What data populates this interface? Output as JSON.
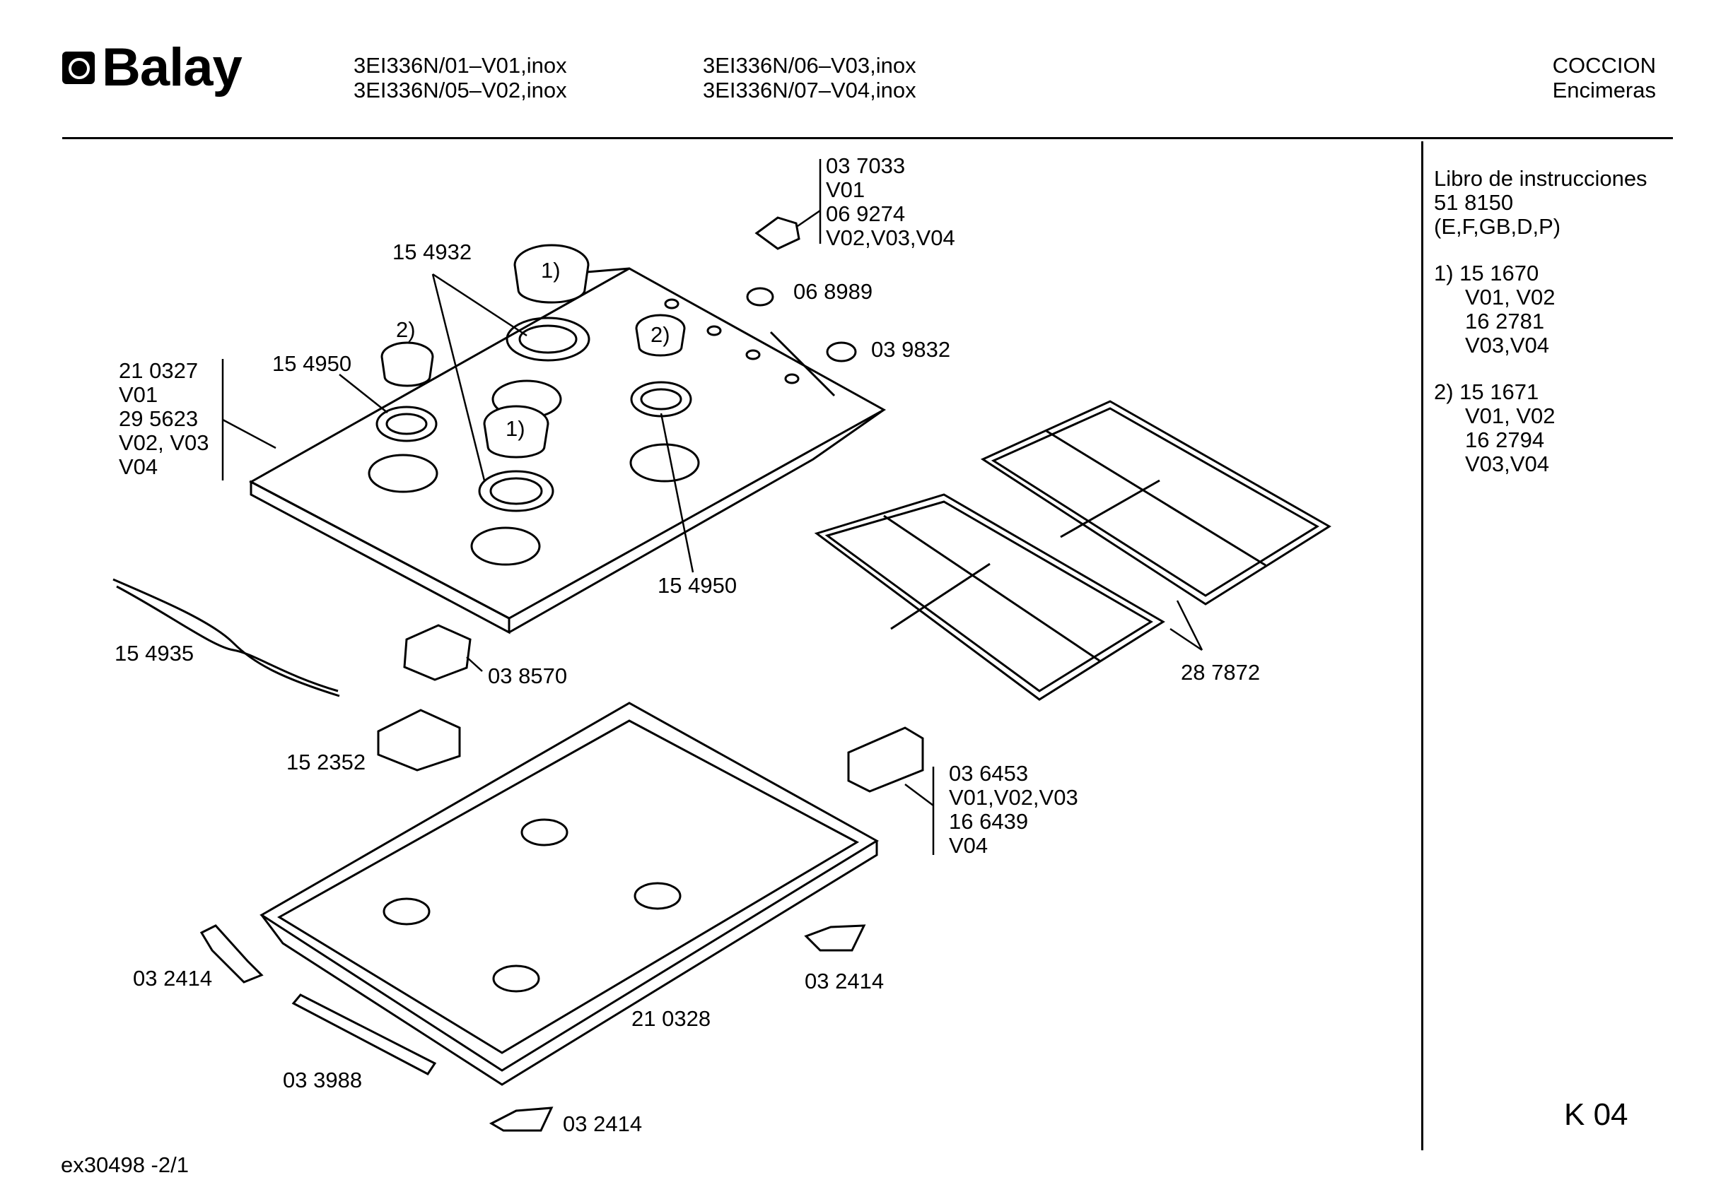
{
  "header": {
    "brand": "Balay",
    "models_col1": [
      "3EI336N/01–V01,inox",
      "3EI336N/05–V02,inox"
    ],
    "models_col2": [
      "3EI336N/06–V03,inox",
      "3EI336N/07–V04,inox"
    ],
    "category": [
      "COCCION",
      "Encimeras"
    ]
  },
  "sidebar": {
    "manual": [
      "Libro de instrucciones",
      "51 8150",
      "(E,F,GB,D,P)"
    ],
    "note1": [
      "1) 15 1670",
      "V01, V02",
      "16 2781",
      "V03,V04"
    ],
    "note2": [
      "2) 15 1671",
      "V01, V02",
      "16 2794",
      "V03,V04"
    ],
    "page_code": "K 04"
  },
  "labels": {
    "knob": [
      "03 7033",
      "V01",
      "06 9274",
      "V02,V03,V04"
    ],
    "p068989": "06 8989",
    "p039832": "03 9832",
    "p154932": "15 4932",
    "cap2_left": "2)",
    "cap2_right": "2)",
    "cap1_top": "1)",
    "cap1_mid": "1)",
    "p154950_left": "15 4950",
    "p154950_bottom": "15 4950",
    "hob": [
      "21 0327",
      "V01",
      "29 5623",
      "V02, V03",
      "V04"
    ],
    "p154935": "15 4935",
    "p038570": "03 8570",
    "p152352": "15 2352",
    "p287872": "28 7872",
    "ignition": [
      "03 6453",
      "V01,V02,V03",
      "16 6439",
      "V04"
    ],
    "p032414_left": "03 2414",
    "p032414_right": "03 2414",
    "p032414_bottom": "03 2414",
    "p210328": "21 0328",
    "p033988": "03 3988"
  },
  "footer": {
    "ref": "ex30498  -2/1"
  }
}
